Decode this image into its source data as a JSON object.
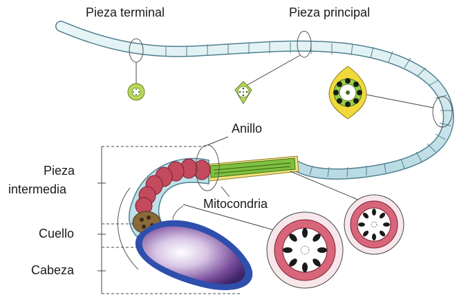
{
  "labels": {
    "pieza_terminal": "Pieza terminal",
    "pieza_principal": "Pieza principal",
    "anillo": "Anillo",
    "pieza_intermedia_1": "Pieza",
    "pieza_intermedia_2": "intermedia",
    "mitocondria": "Mitocondria",
    "cuello": "Cuello",
    "cabeza": "Cabeza"
  },
  "colors": {
    "tail_fill": "#cfe8ee",
    "tail_stroke": "#4f7f8e",
    "midpiece_red": "#c44a5e",
    "mito_green": "#7fbf3f",
    "head_purple": "#6a3f8f",
    "head_blue": "#2f4fae",
    "ring_pink": "#d8667a",
    "section_green": "#b9d958",
    "section_yellow": "#f0d93a"
  }
}
